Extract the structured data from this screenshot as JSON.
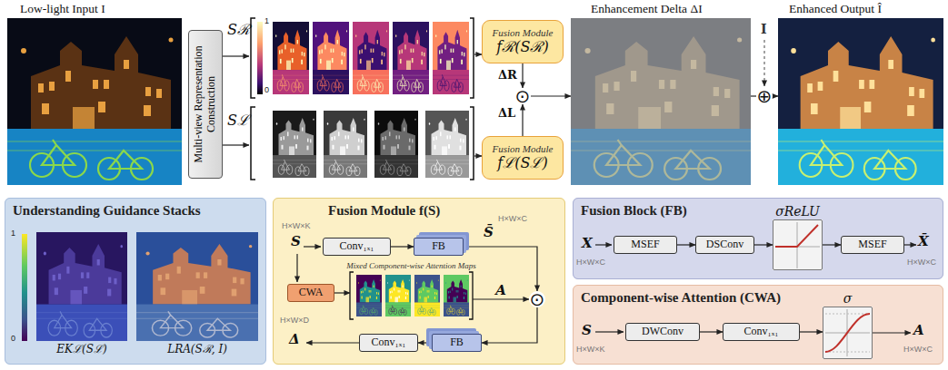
{
  "diagram": {
    "nodes": [
      {
        "text": [
          "Low-light Input I"
        ]
      },
      {
        "text": [
          "Multi-view Representation Construction"
        ]
      },
      {
        "text": [
          "Sℛ"
        ]
      },
      {
        "text": [
          "Sℒ"
        ]
      },
      {
        "text": [
          "Fusion Module",
          "fℛ(Sℛ)"
        ]
      },
      {
        "text": [
          "Fusion Module",
          "fℒ(Sℒ)"
        ]
      },
      {
        "text": [
          "⊙"
        ]
      },
      {
        "text": [
          "Enhancement Delta ΔI"
        ]
      },
      {
        "text": [
          "⊕"
        ]
      },
      {
        "text": [
          "Enhanced Output Î"
        ]
      },
      {
        "text": [
          "Understanding Guidance Stacks"
        ]
      },
      {
        "text": [
          "EKℒ(Sℒ)"
        ],
        "in": 10
      },
      {
        "text": [
          "LRA(Sℛ, I)"
        ],
        "in": 10
      },
      {
        "text": [
          "Fusion Module f(S)"
        ]
      },
      {
        "text": [
          "Conv₁ₓ₁"
        ],
        "in": 13
      },
      {
        "text": [
          "FB"
        ],
        "in": 13
      },
      {
        "text": [
          "CWA"
        ],
        "in": 13
      },
      {
        "text": [
          "Mixed Component-wise Attention Maps"
        ],
        "in": 13
      },
      {
        "text": [
          "⊙"
        ],
        "in": 13
      },
      {
        "text": [
          "FB"
        ],
        "in": 13
      },
      {
        "text": [
          "Conv₁ₓ₁"
        ],
        "in": 13
      },
      {
        "text": [
          "Fusion Block (FB)"
        ]
      },
      {
        "text": [
          "MSEF"
        ],
        "in": 21
      },
      {
        "text": [
          "DSConv"
        ],
        "in": 21
      },
      {
        "text": [
          "σReLU"
        ],
        "in": 21
      },
      {
        "text": [
          "MSEF"
        ],
        "in": 21
      },
      {
        "text": [
          "Component-wise Attention (CWA)"
        ]
      },
      {
        "text": [
          "DWConv"
        ],
        "in": 26
      },
      {
        "text": [
          "Conv₁ₓ₁"
        ],
        "in": 26
      },
      {
        "text": [
          "σ"
        ],
        "in": 26
      }
    ],
    "edges": [
      {
        "from": 1,
        "to": 2,
        "arrow": "to"
      },
      {
        "from": 1,
        "to": 3,
        "arrow": "to"
      },
      {
        "from": 2,
        "to": 4,
        "arrow": "to"
      },
      {
        "from": 3,
        "to": 5,
        "arrow": "to"
      },
      {
        "from": 4,
        "to": 6,
        "arrow": "to"
      },
      {
        "from": 5,
        "to": 6,
        "arrow": "to"
      },
      {
        "from": 6,
        "to": 7,
        "arrow": "to"
      },
      {
        "from": 7,
        "to": 8,
        "arrow": "none"
      },
      {
        "from": 8,
        "to": 9,
        "arrow": "to"
      },
      {
        "from": 14,
        "to": 15,
        "arrow": "to"
      },
      {
        "from": 15,
        "to": 18,
        "arrow": "to"
      },
      {
        "from": 16,
        "to": 17,
        "arrow": "to"
      },
      {
        "from": 17,
        "to": 18,
        "arrow": "to",
        "label": "A"
      },
      {
        "from": 18,
        "to": 19,
        "arrow": "to"
      },
      {
        "from": 19,
        "to": 20,
        "arrow": "to"
      },
      {
        "from": 22,
        "to": 23,
        "arrow": "to"
      },
      {
        "from": 23,
        "to": 24,
        "arrow": "to"
      },
      {
        "from": 24,
        "to": 25,
        "arrow": "to"
      },
      {
        "from": 27,
        "to": 28,
        "arrow": "to"
      },
      {
        "from": 28,
        "to": 29,
        "arrow": "to"
      }
    ],
    "labels": [
      "1",
      "0",
      "ΔR",
      "ΔL",
      "I",
      "1",
      "0",
      "H×W×K",
      "S",
      "H×W×C",
      "S̄",
      "H×W×D",
      "Δ",
      "X",
      "H×W×C",
      "X̄",
      "H×W×C",
      "S",
      "H×W×K",
      "A",
      "H×W×C"
    ]
  }
}
